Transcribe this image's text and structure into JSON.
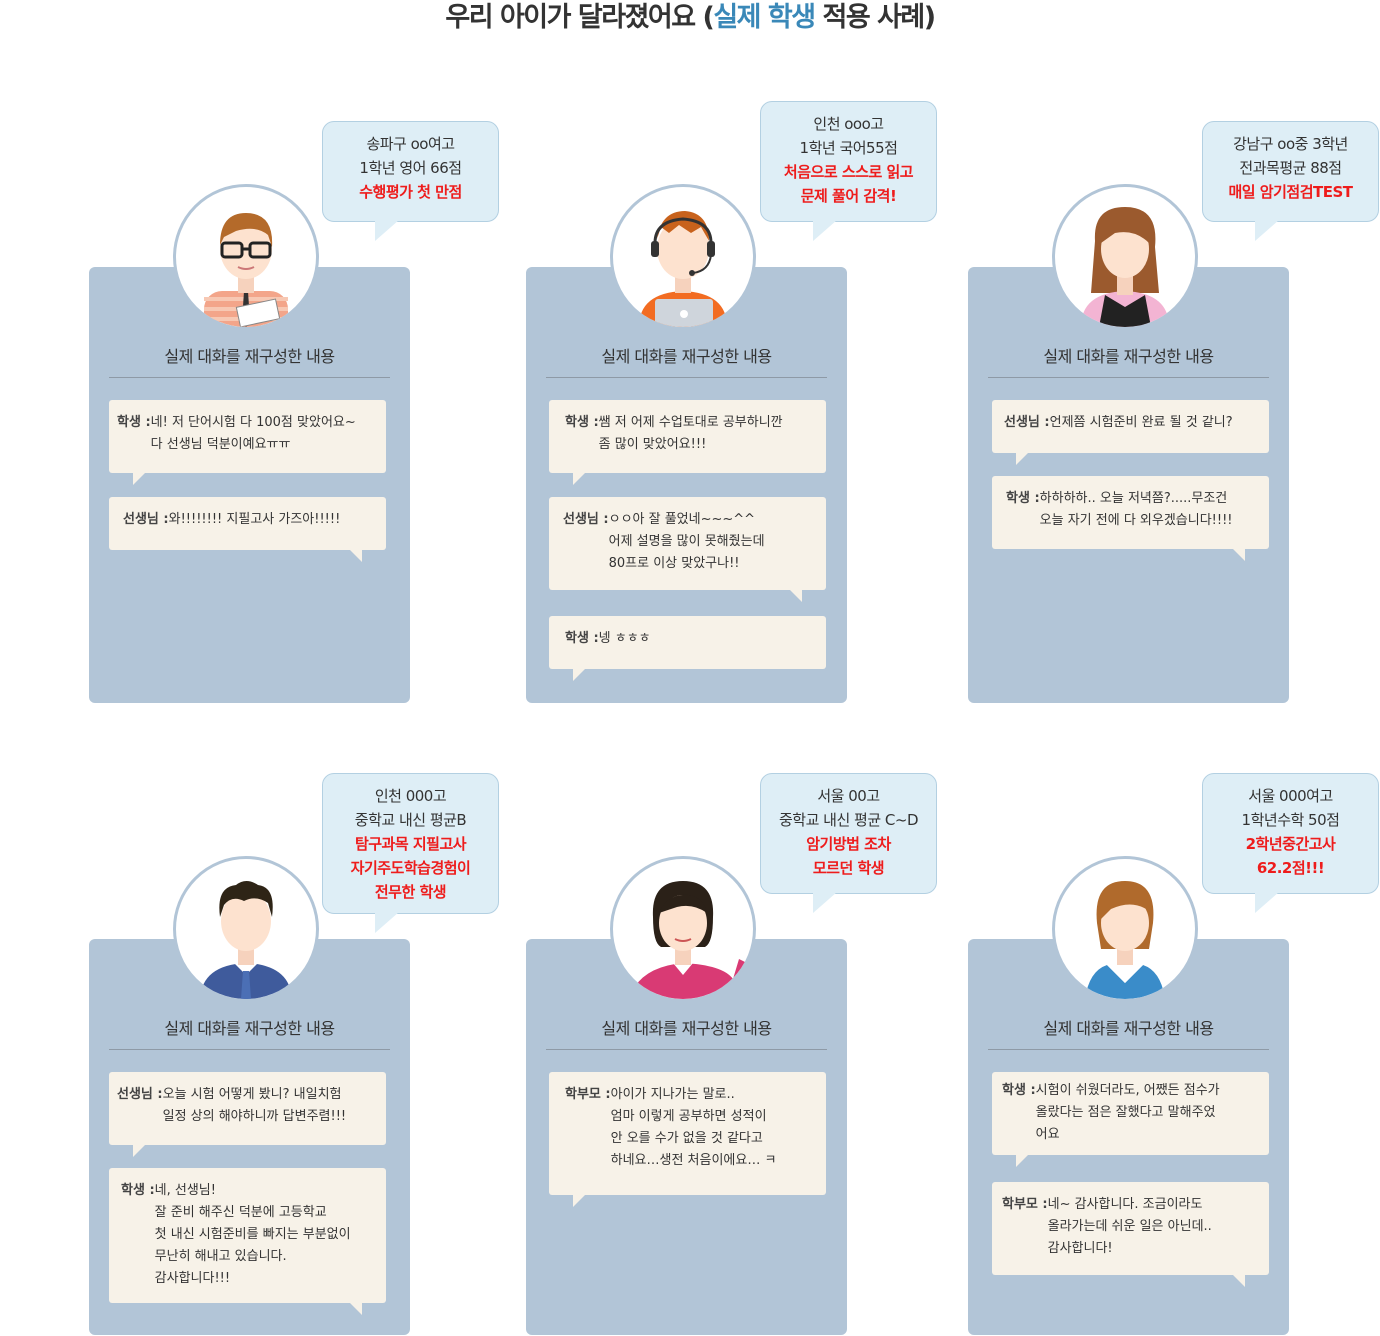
{
  "page": {
    "title_prefix": "우리 아이가 달라졌어요 (",
    "title_highlight": "실제 학생",
    "title_suffix": " 적용 사례)"
  },
  "card_title": "실제 대화를 재구성한 내용",
  "cases": [
    {
      "bubble": {
        "line1": "송파구 oo여고",
        "line2": "1학년 영어 66점",
        "em1": "수행평가 첫 만점",
        "em2": "",
        "em3": ""
      },
      "messages": [
        {
          "speaker": "학생 : ",
          "lines": [
            "네! 저 단어시험 다 100점 맞았어요~",
            "다 선생님 덕분이예요ㅠㅠ"
          ]
        },
        {
          "speaker": "선생님 : ",
          "lines": [
            "와!!!!!!!! 지필고사 가즈아!!!!!"
          ]
        }
      ]
    },
    {
      "bubble": {
        "line1": "인천 ooo고",
        "line2": "1학년 국어55점",
        "em1": "처음으로 스스로 읽고",
        "em2": "문제 풀어 감격!",
        "em3": ""
      },
      "messages": [
        {
          "speaker": "학생 : ",
          "lines": [
            "쌤 저 어제 수업토대로 공부하니깐",
            "좀 많이 맞았어요!!!"
          ]
        },
        {
          "speaker": "선생님 : ",
          "lines": [
            "ㅇㅇ아 잘 풀었네~~~^^",
            "어제 설명을 많이 못해줬는데",
            "80프로 이상 맞았구나!!"
          ]
        },
        {
          "speaker": "학생 : ",
          "lines": [
            "넹 ㅎㅎㅎ"
          ]
        }
      ]
    },
    {
      "bubble": {
        "line1": "강남구 oo중 3학년",
        "line2": "전과목평균 88점",
        "em1": "매일 암기점검TEST",
        "em2": "",
        "em3": ""
      },
      "messages": [
        {
          "speaker": "선생님 : ",
          "lines": [
            "언제쯤 시험준비 완료 될 것 같니?"
          ]
        },
        {
          "speaker": "학생 : ",
          "lines": [
            "하하하하.. 오늘 저녁쯤?.....무조건",
            "오늘 자기 전에 다 외우겠습니다!!!!"
          ]
        }
      ]
    },
    {
      "bubble": {
        "line1": "인천 000고",
        "line2": "중학교 내신 평균B",
        "em1": "탐구과목 지필고사",
        "em2": "자기주도학습경험이",
        "em3": "전무한 학생"
      },
      "messages": [
        {
          "speaker": "선생님 : ",
          "lines": [
            "오늘 시험 어떻게 봤니? 내일치험",
            "일정 상의 해야하니까 답변주렴!!!"
          ]
        },
        {
          "speaker": "학생 : ",
          "lines": [
            "네, 선생님!",
            "잘 준비 해주신 덕분에 고등학교",
            "첫 내신 시험준비를 빠지는 부분없이",
            "무난히 해내고 있습니다.",
            "감사합니다!!!"
          ]
        }
      ]
    },
    {
      "bubble": {
        "line1": "서울 00고",
        "line2": "중학교 내신 평균 C~D",
        "em1": "암기방법 조차",
        "em2": "모르던 학생",
        "em3": ""
      },
      "messages": [
        {
          "speaker": "학부모 : ",
          "lines": [
            "아이가 지나가는 말로..",
            "엄마 이렇게 공부하면 성적이",
            "안 오를 수가 없을 것 같다고",
            "하네요…생전 처음이에요… ㅋ"
          ]
        }
      ]
    },
    {
      "bubble": {
        "line1": "서울 000여고",
        "line2": "1학년수학 50점",
        "em1": "2학년중간고사",
        "em2": "62.2점!!!",
        "em3": ""
      },
      "messages": [
        {
          "speaker": "학생 : ",
          "lines": [
            "시험이 쉬웠더라도, 어쨌든 점수가",
            "올랐다는 점은 잘했다고 말해주었",
            "어요"
          ]
        },
        {
          "speaker": "학부모 : ",
          "lines": [
            "네~ 감사합니다. 조금이라도",
            "올라가는데 쉬운 일은 아닌데..",
            "감사합니다!"
          ]
        }
      ]
    }
  ]
}
